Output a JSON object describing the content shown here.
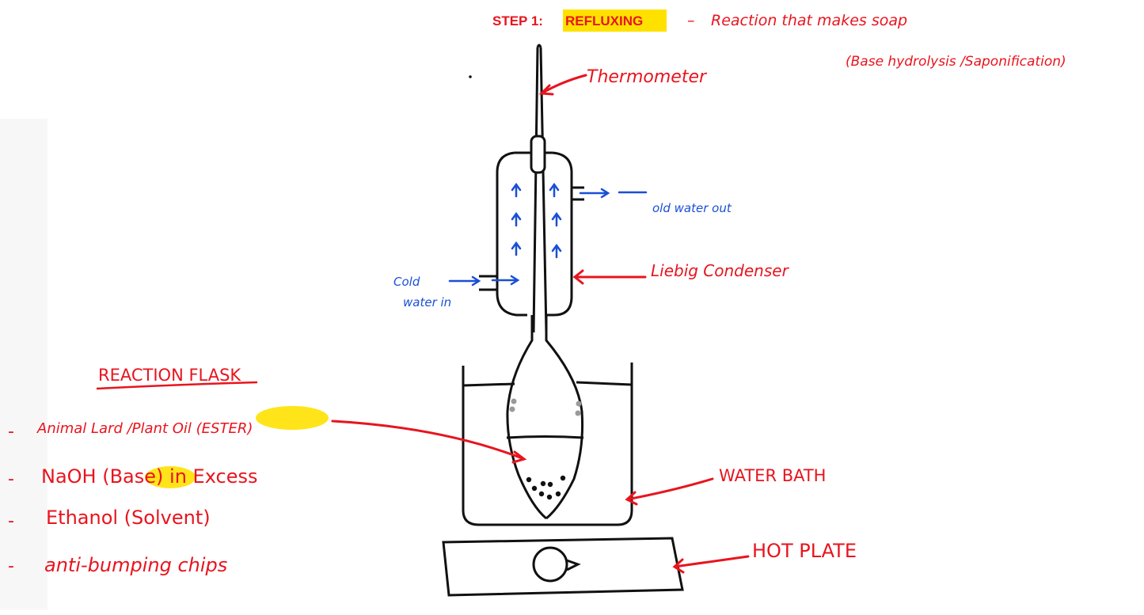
{
  "colors": {
    "ink": "#111111",
    "red": "#e8141e",
    "blue": "#1a4fd6",
    "highlight": "#ffe100",
    "highlight_soft": "#fff27a",
    "chip": "#9a9a9a"
  },
  "title": {
    "step": "STEP 1:",
    "keyword": "REFLUXING",
    "dash": "–",
    "description": "Reaction that makes soap",
    "subtitle": "(Base hydrolysis /Saponification)"
  },
  "labels": {
    "thermometer": "Thermometer",
    "condenser": "Liebig Condenser",
    "water_out": "old water out",
    "water_in_line1": "Cold",
    "water_in_line2": "water in",
    "water_bath": "WATER BATH",
    "hot_plate": "HOT PLATE"
  },
  "flask_contents": {
    "heading": "REACTION FLASK",
    "items": [
      {
        "bullet": "-",
        "before": "Animal Lard /Plant Oil (",
        "highlight": "ESTER",
        "after": ")"
      },
      {
        "bullet": "-",
        "before": "NaOH (",
        "highlight": "Base",
        "after": ") in Excess"
      },
      {
        "bullet": "-",
        "before": "Ethanol (Solvent)",
        "highlight": "",
        "after": ""
      },
      {
        "bullet": "-",
        "before": "anti-bumping chips",
        "highlight": "",
        "after": ""
      }
    ]
  }
}
